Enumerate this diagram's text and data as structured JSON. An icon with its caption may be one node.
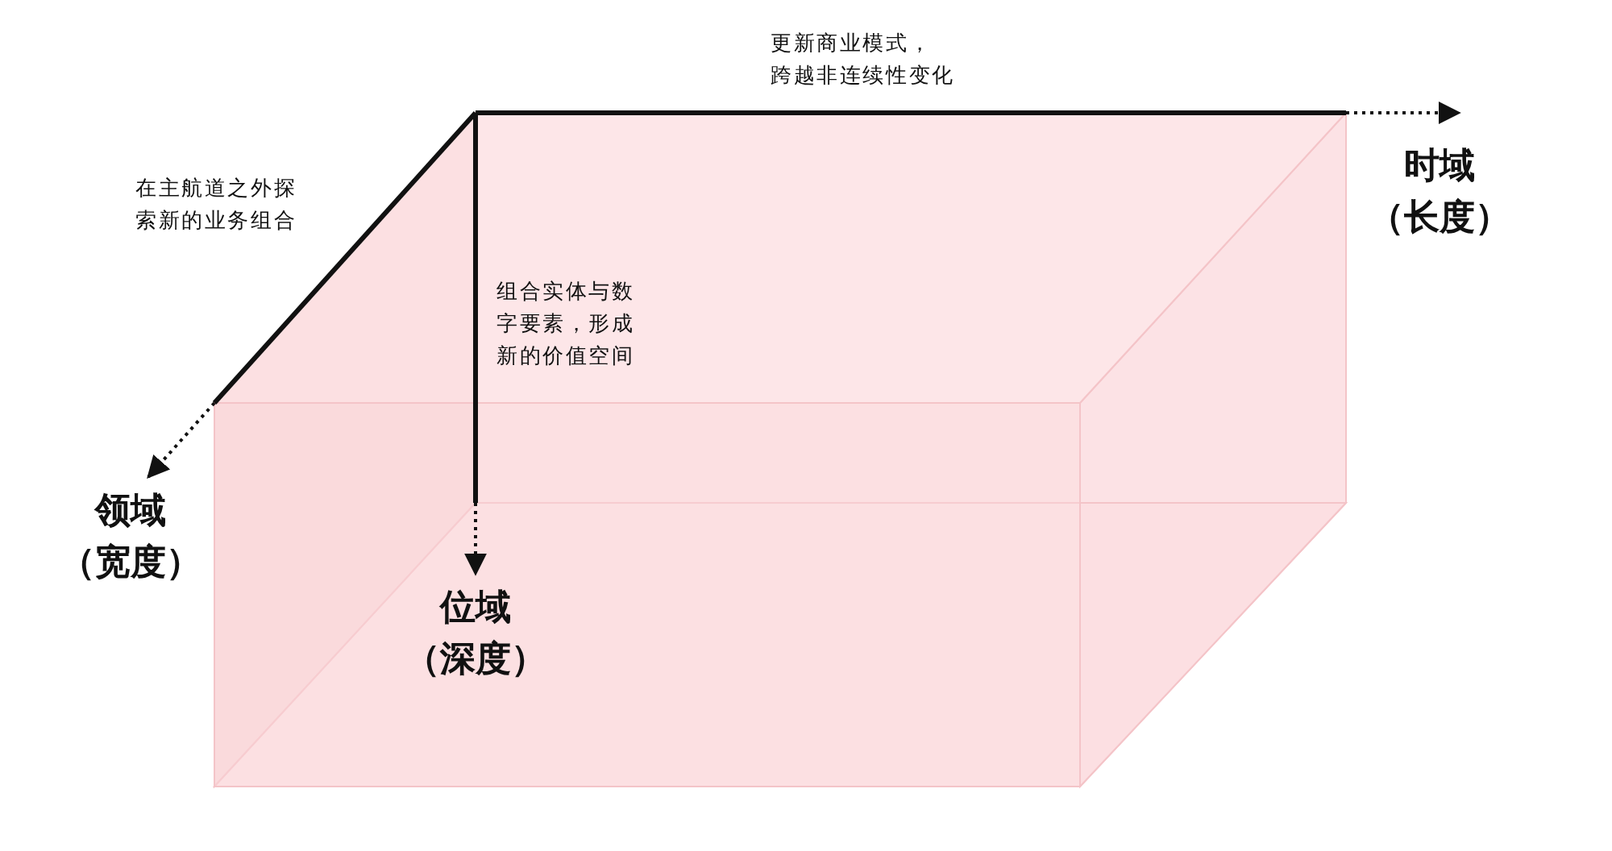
{
  "diagram": {
    "labels": [
      "更新商业模式，跨越非连续性变化",
      "时域（长度）",
      "在主航道之外探索新的业务组合",
      "组合实体与数字要素，形成新的价值空间",
      "领域（宽度）",
      "位域（深度）"
    ]
  }
}
